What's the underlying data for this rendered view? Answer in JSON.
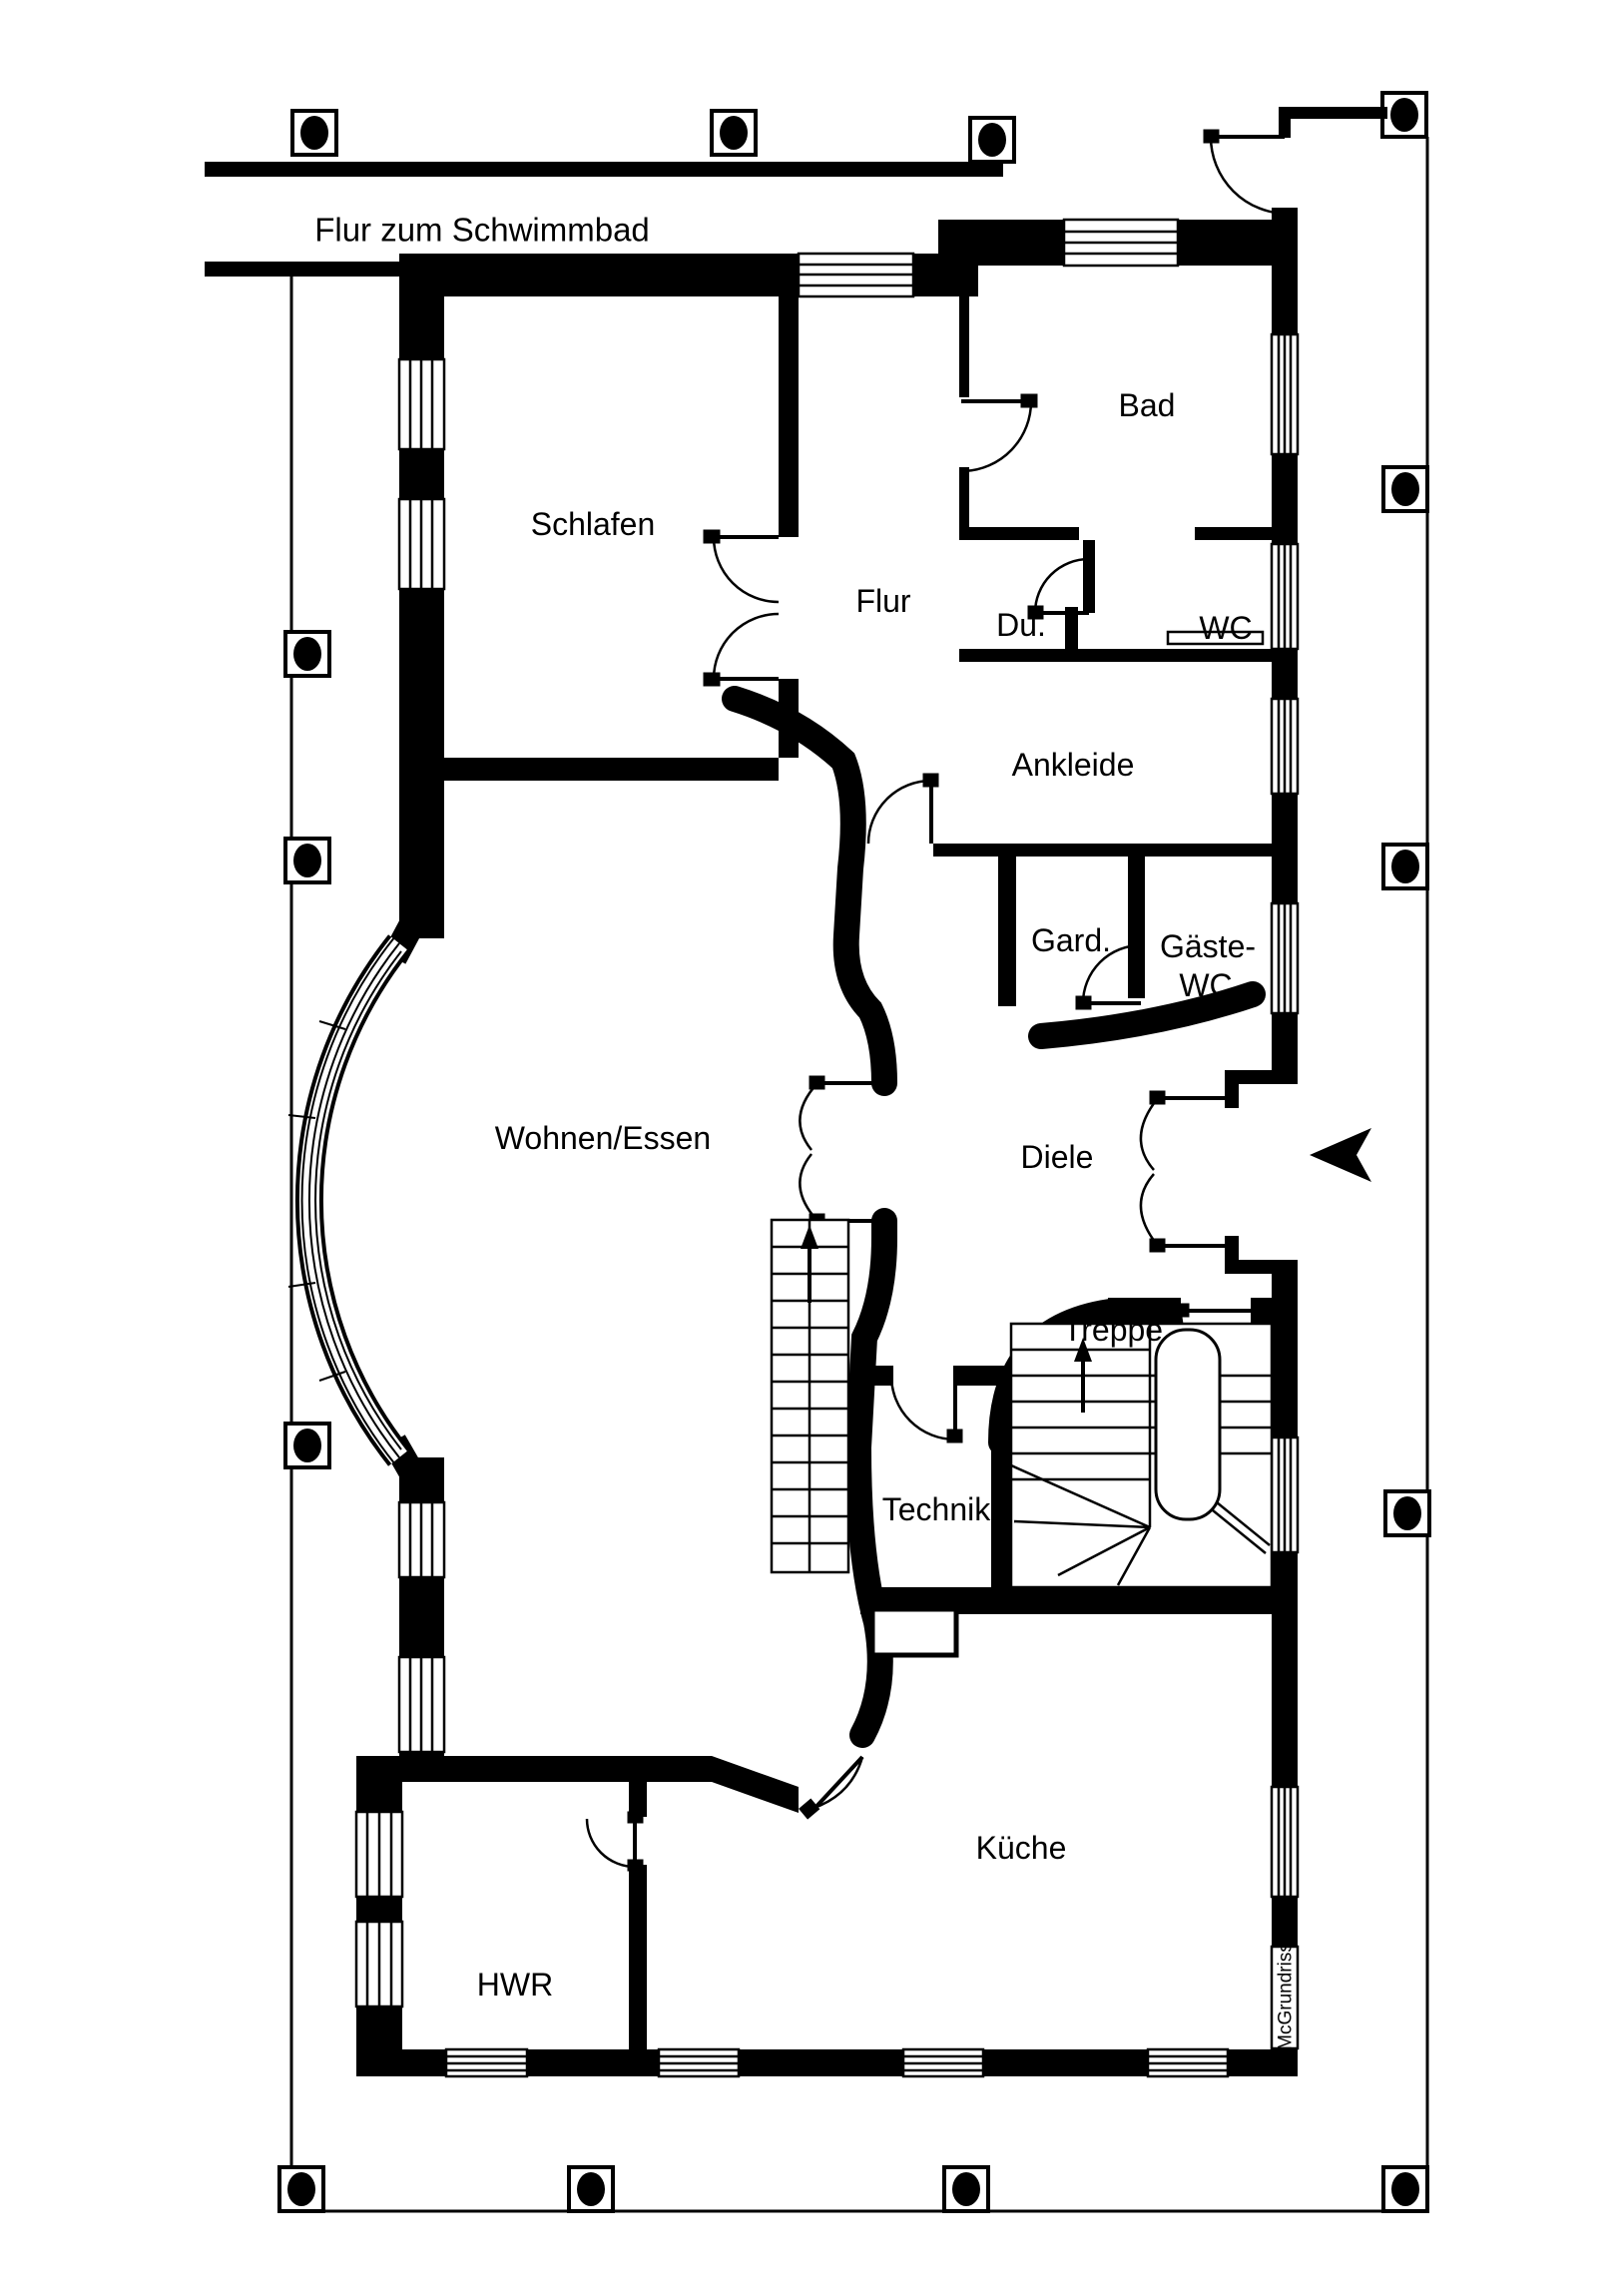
{
  "title": "Flur zum Schwimmbad",
  "watermark": "McGrundriss",
  "colors": {
    "wall": "#000000",
    "background": "#ffffff",
    "terrace_line": "#000000"
  },
  "rooms": [
    {
      "name": "schlafen",
      "label": "Schlafen"
    },
    {
      "name": "flur",
      "label": "Flur"
    },
    {
      "name": "bad",
      "label": "Bad"
    },
    {
      "name": "dusche",
      "label": "Du."
    },
    {
      "name": "wc",
      "label": "WC"
    },
    {
      "name": "ankleide",
      "label": "Ankleide"
    },
    {
      "name": "garderobe",
      "label": "Gard."
    },
    {
      "name": "gaeste-wc",
      "lines": [
        "Gäste-",
        "WC"
      ]
    },
    {
      "name": "wohnen-essen",
      "label": "Wohnen/Essen"
    },
    {
      "name": "diele",
      "label": "Diele"
    },
    {
      "name": "treppe",
      "label": "Treppe"
    },
    {
      "name": "technik",
      "label": "Technik"
    },
    {
      "name": "kueche",
      "label": "Küche"
    },
    {
      "name": "hwr",
      "label": "HWR"
    }
  ]
}
